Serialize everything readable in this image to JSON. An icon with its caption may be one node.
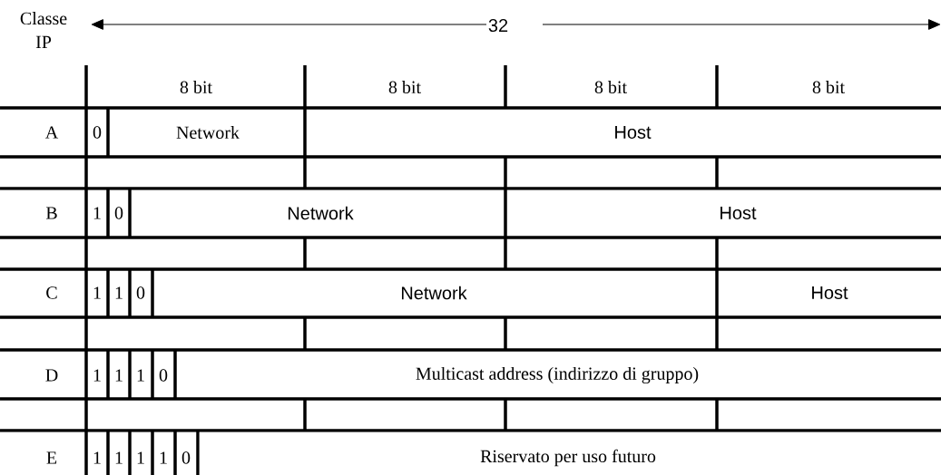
{
  "diagram": {
    "labels": [
      "Classe IP",
      "32",
      "8 bit",
      "8 bit",
      "8 bit",
      "8 bit",
      "A",
      "0",
      "Network",
      "Host",
      "B",
      "1",
      "0",
      "Network",
      "Host",
      "C",
      "1",
      "1",
      "0",
      "Network",
      "Host",
      "D",
      "1",
      "1",
      "1",
      "0",
      "Multicast address (indirizzo di gruppo)",
      "E",
      "1",
      "1",
      "1",
      "1",
      "0",
      "Riservato per uso futuro"
    ]
  }
}
